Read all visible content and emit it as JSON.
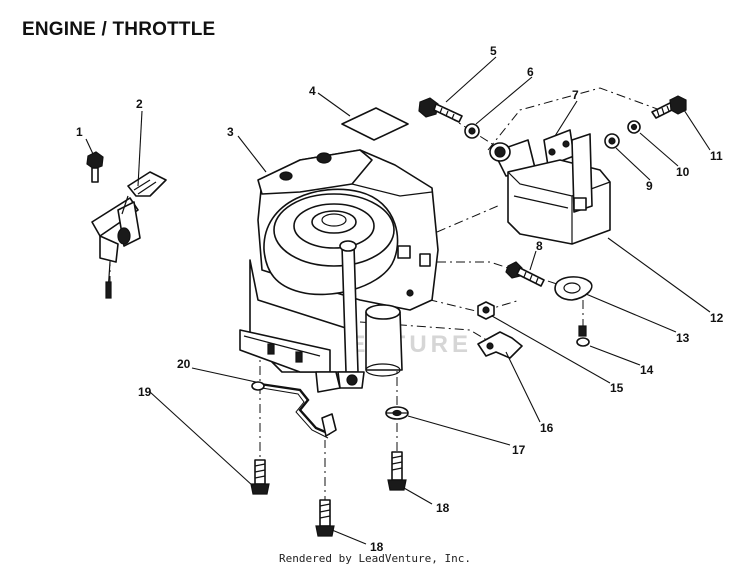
{
  "title": "ENGINE / THROTTLE",
  "footer": "Rendered by LeadVenture, Inc.",
  "watermark": "LEADVENTURE",
  "callouts": {
    "c1": "1",
    "c2": "2",
    "c3": "3",
    "c4": "4",
    "c5": "5",
    "c6": "6",
    "c7": "7",
    "c8": "8",
    "c9": "9",
    "c10": "10",
    "c11": "11",
    "c12": "12",
    "c13": "13",
    "c14": "14",
    "c15": "15",
    "c16": "16",
    "c17": "17",
    "c18a": "18",
    "c18b": "18",
    "c19": "19",
    "c20": "20"
  },
  "colors": {
    "ink": "#111111",
    "paper": "#ffffff",
    "watermark": "#d6d6d6"
  }
}
